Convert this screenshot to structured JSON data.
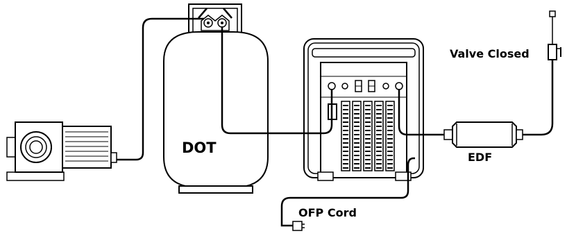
{
  "labels": {
    "dot": "DOT",
    "edf": "EDF",
    "valve_closed": "Valve Closed",
    "ofp_cord": "OFP Cord"
  },
  "colors": {
    "line": "#000000",
    "background": "#ffffff"
  }
}
